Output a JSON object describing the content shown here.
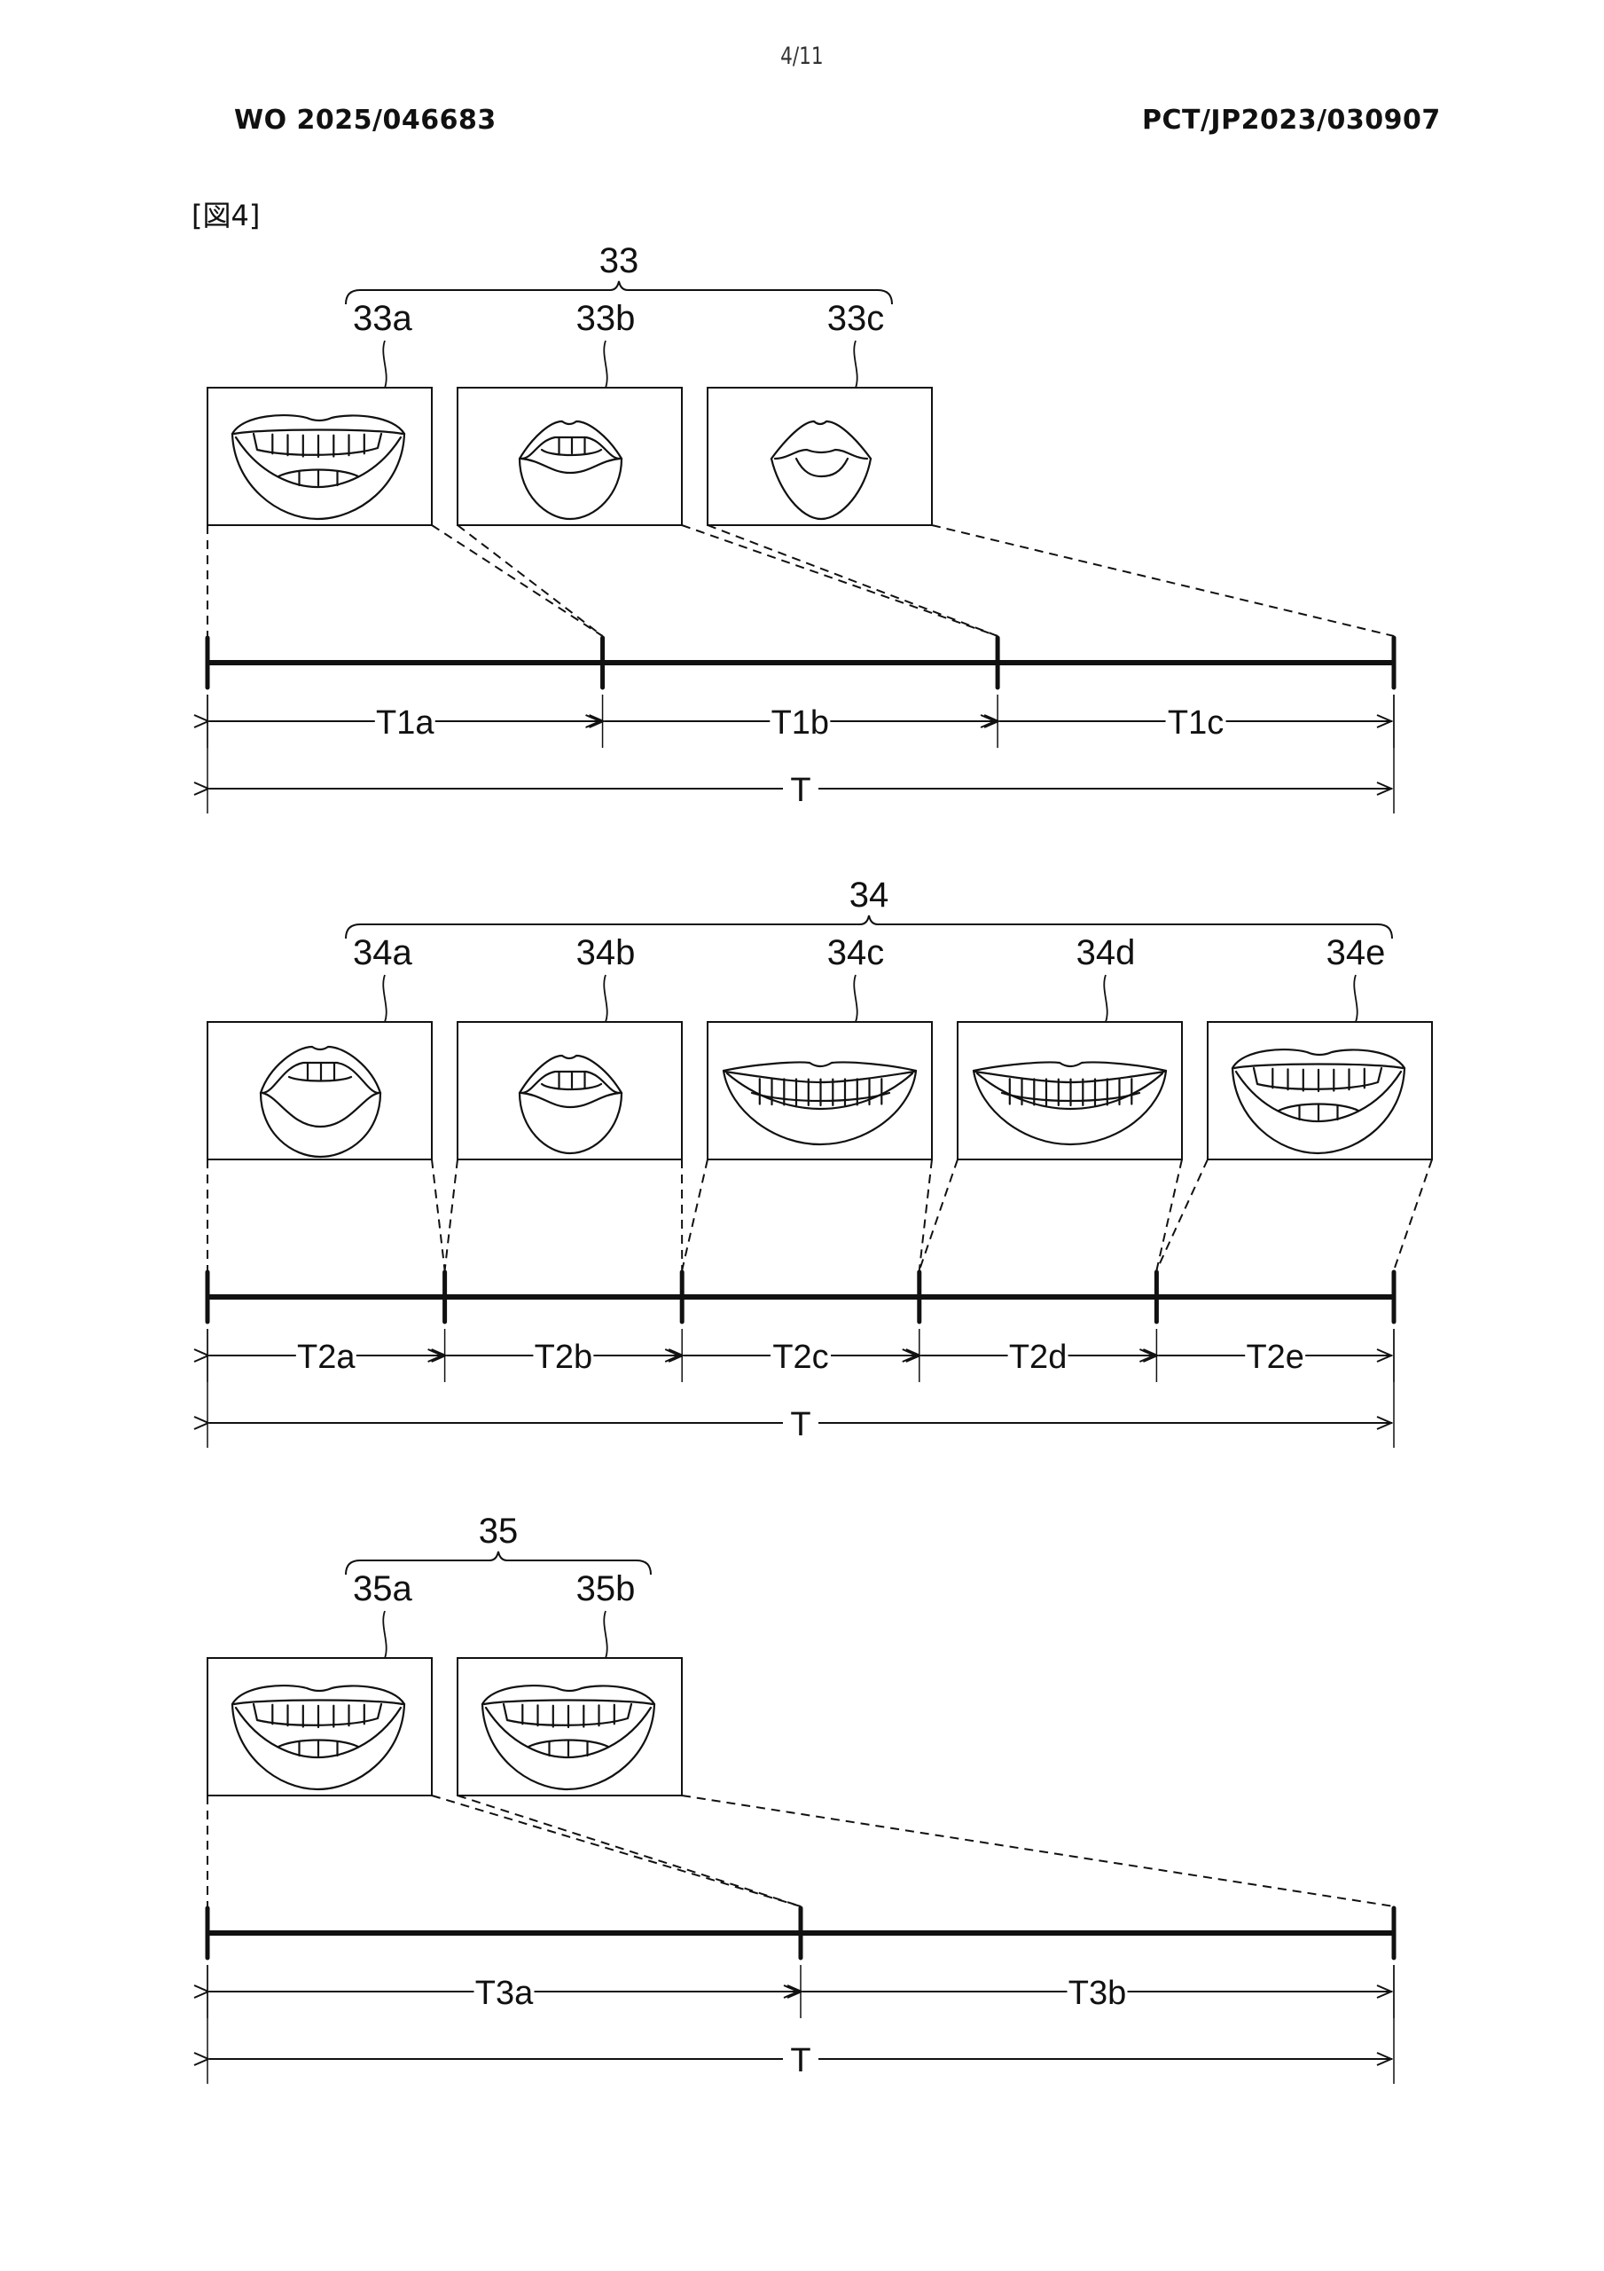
{
  "header": {
    "page_number": "4/11",
    "publication_number": "WO 2025/046683",
    "application_number": "PCT/JP2023/030907"
  },
  "figure": {
    "label": "[図4]",
    "groups": [
      {
        "id": "33",
        "images": [
          {
            "label": "33a",
            "mouth": "wide-open-teeth"
          },
          {
            "label": "33b",
            "mouth": "open-round-upper-teeth"
          },
          {
            "label": "33c",
            "mouth": "closed-lips"
          }
        ],
        "timeline": {
          "segments": [
            "T1a",
            "T1b",
            "T1c"
          ],
          "segment_fractions": [
            0.333,
            0.333,
            0.334
          ],
          "total_label": "T"
        }
      },
      {
        "id": "34",
        "images": [
          {
            "label": "34a",
            "mouth": "open-oval"
          },
          {
            "label": "34b",
            "mouth": "open-round-upper-teeth"
          },
          {
            "label": "34c",
            "mouth": "wide-smile-teeth"
          },
          {
            "label": "34d",
            "mouth": "wide-smile-teeth"
          },
          {
            "label": "34e",
            "mouth": "wide-open-teeth"
          }
        ],
        "timeline": {
          "segments": [
            "T2a",
            "T2b",
            "T2c",
            "T2d",
            "T2e"
          ],
          "segment_fractions": [
            0.2,
            0.2,
            0.2,
            0.2,
            0.2
          ],
          "total_label": "T"
        }
      },
      {
        "id": "35",
        "images": [
          {
            "label": "35a",
            "mouth": "wide-open-teeth"
          },
          {
            "label": "35b",
            "mouth": "wide-open-teeth"
          }
        ],
        "timeline": {
          "segments": [
            "T3a",
            "T3b"
          ],
          "segment_fractions": [
            0.5,
            0.5
          ],
          "total_label": "T"
        }
      }
    ]
  }
}
